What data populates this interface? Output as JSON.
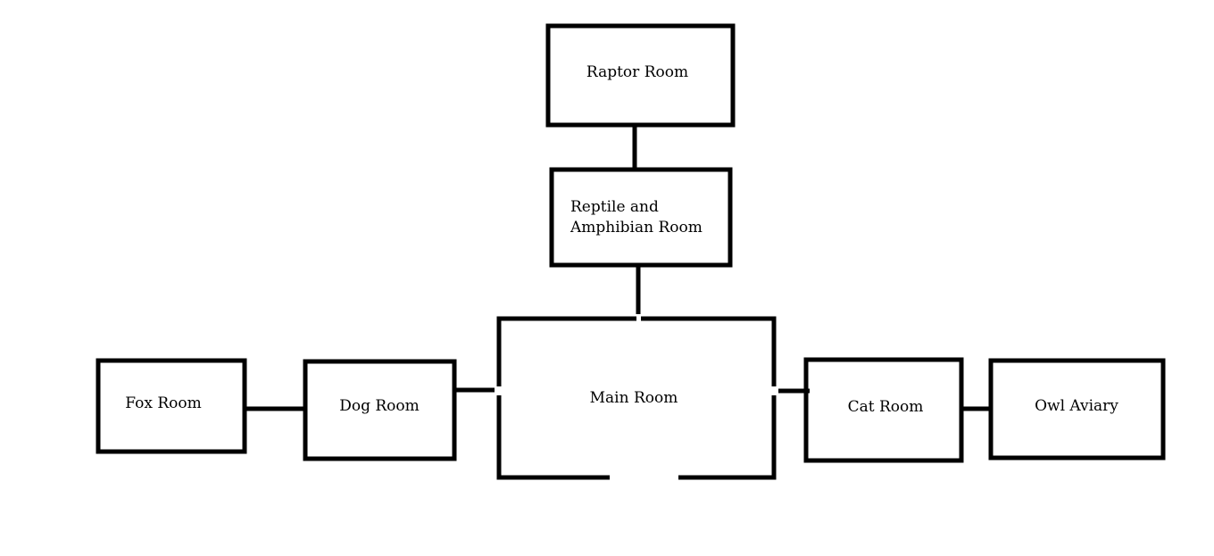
{
  "diagram": {
    "title": "Floor plan",
    "line_color": "#000000",
    "background": "#ffffff",
    "rooms": {
      "raptor": {
        "label": "Raptor Room"
      },
      "reptile": {
        "label_line1": "Reptile and",
        "label_line2": "Amphibian Room"
      },
      "main": {
        "label": "Main Room"
      },
      "fox": {
        "label": "Fox Room"
      },
      "dog": {
        "label": "Dog Room"
      },
      "cat": {
        "label": "Cat Room"
      },
      "owl": {
        "label": "Owl Aviary"
      }
    }
  }
}
